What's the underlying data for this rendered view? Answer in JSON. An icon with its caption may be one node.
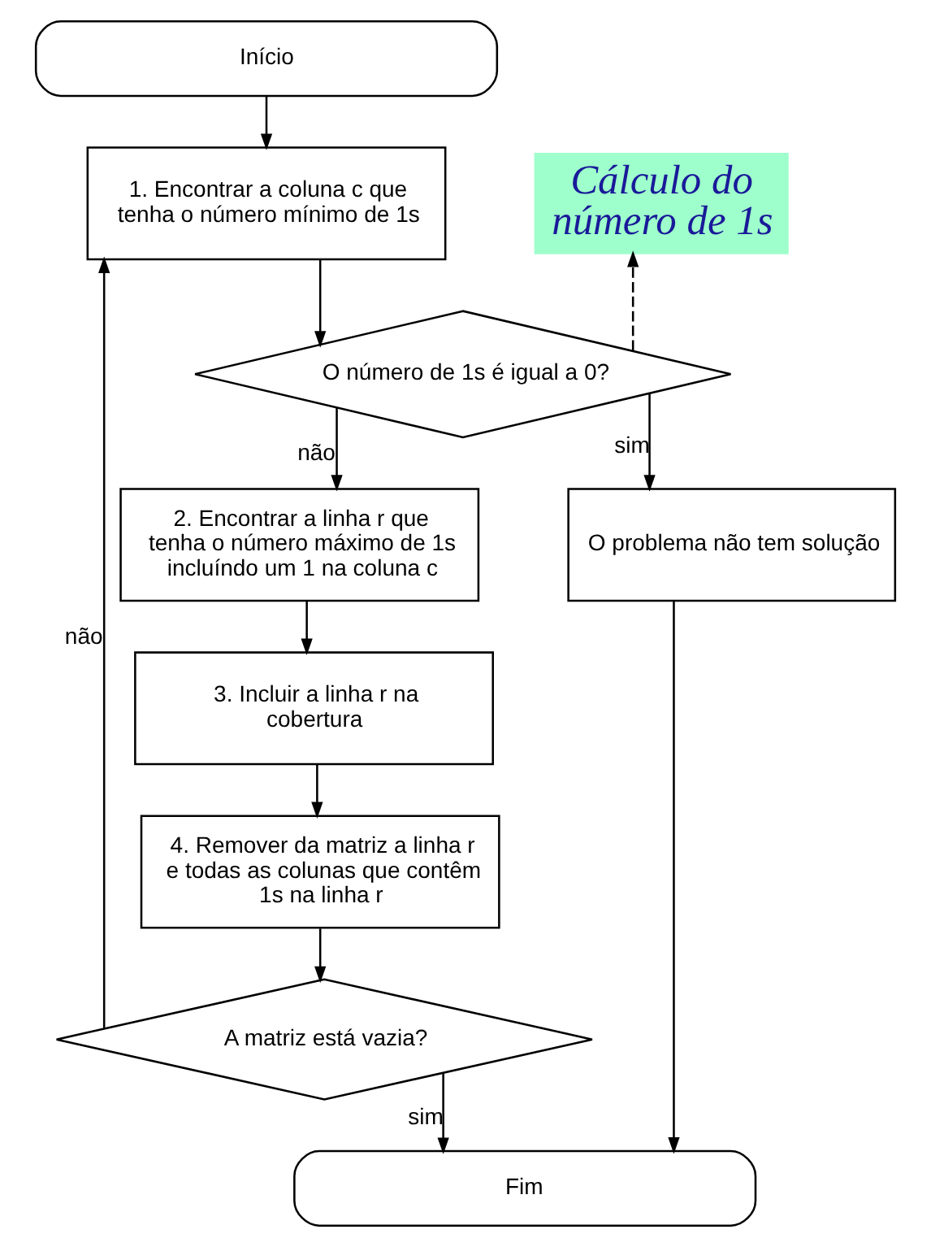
{
  "diagram": {
    "nodes": [
      {
        "text": [
          "Início"
        ]
      },
      {
        "text": [
          "1. Encontrar a coluna c que tenha o número mínimo de 1s"
        ]
      },
      {
        "text": [
          "O número de 1s é igual a 0?"
        ]
      },
      {
        "text": [
          "Cálculo do número de 1s"
        ]
      },
      {
        "text": [
          "2. Encontrar a linha r que tenha o número máximo de 1s incluíndo um 1 na coluna c"
        ]
      },
      {
        "text": [
          "O problema não tem solução"
        ]
      },
      {
        "text": [
          "3. Incluir a linha r na cobertura"
        ]
      },
      {
        "text": [
          "4. Remover da matriz a linha r e todas as colunas que contêm 1s na linha r"
        ]
      },
      {
        "text": [
          "A matriz está vazia?"
        ]
      },
      {
        "text": [
          "Fim"
        ]
      }
    ],
    "edges": [
      {
        "from": 0,
        "to": 1,
        "arrow": "to"
      },
      {
        "from": 1,
        "to": 2,
        "arrow": "to"
      },
      {
        "from": 2,
        "to": 3,
        "arrow": "to",
        "style": "dashed"
      },
      {
        "from": 2,
        "to": 5,
        "arrow": "to",
        "label": "sim"
      },
      {
        "from": 2,
        "to": 4,
        "arrow": "to",
        "label": "não"
      },
      {
        "from": 4,
        "to": 6,
        "arrow": "to"
      },
      {
        "from": 6,
        "to": 7,
        "arrow": "to"
      },
      {
        "from": 7,
        "to": 8,
        "arrow": "to"
      },
      {
        "from": 8,
        "to": 1,
        "arrow": "to",
        "label": "não"
      },
      {
        "from": 8,
        "to": 9,
        "arrow": "to",
        "label": "sim"
      },
      {
        "from": 5,
        "to": 9,
        "arrow": "to"
      }
    ]
  }
}
